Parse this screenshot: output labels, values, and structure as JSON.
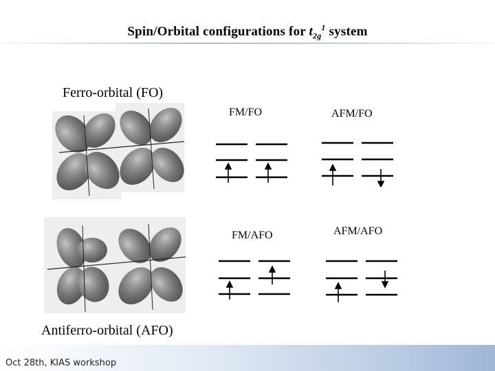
{
  "title": {
    "prefix": "Spin/Orbital configurations for ",
    "t": "t",
    "sub": "2g",
    "sup": "1",
    "suffix": " system"
  },
  "labels": {
    "ferro_orbital": "Ferro-orbital (FO)",
    "antiferro_orbital": "Antiferro-orbital (AFO)",
    "fm_fo": "FM/FO",
    "afm_fo": "AFM/FO",
    "fm_afo": "FM/AFO",
    "afm_afo": "AFM/AFO"
  },
  "footer": "Oct 28th, KIAS workshop"
}
